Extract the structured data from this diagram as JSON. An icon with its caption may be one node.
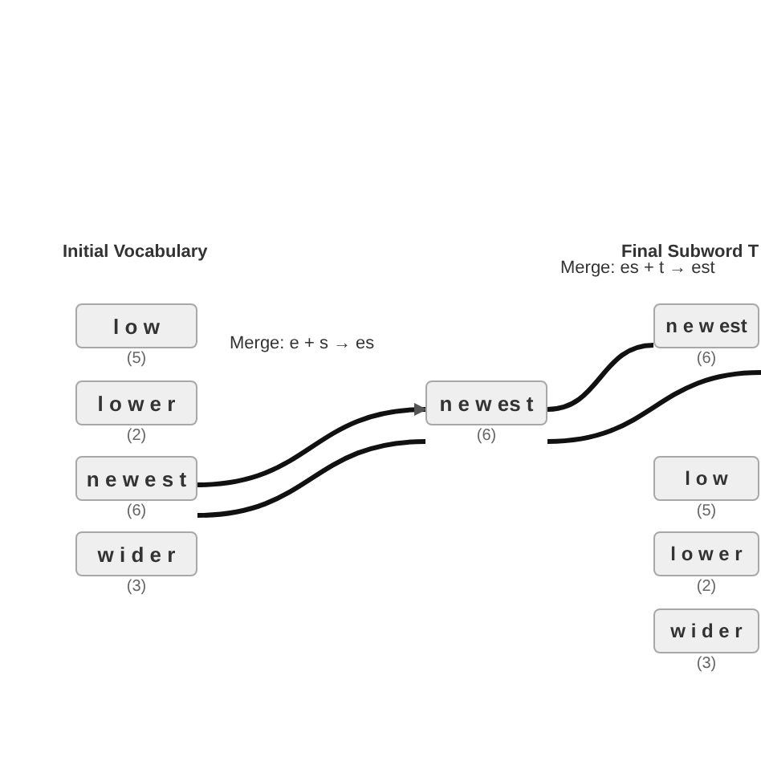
{
  "diagram": {
    "nodes": [
      {
        "text": [
          "l o w"
        ],
        "beside": [
          "(5)"
        ]
      },
      {
        "text": [
          "l o w e r"
        ],
        "beside": [
          "(2)"
        ]
      },
      {
        "text": [
          "n e w e s t"
        ],
        "beside": [
          "(6)"
        ]
      },
      {
        "text": [
          "w i d e r"
        ],
        "beside": [
          "(3)"
        ]
      },
      {
        "text": [
          "n e w es t"
        ],
        "beside": [
          "(6)"
        ]
      },
      {
        "text": [
          "n e w est"
        ],
        "beside": [
          "(6)"
        ]
      },
      {
        "text": [
          "l o w"
        ],
        "beside": [
          "(5)"
        ]
      },
      {
        "text": [
          "l o w e r"
        ],
        "beside": [
          "(2)"
        ]
      },
      {
        "text": [
          "w i d e r"
        ],
        "beside": [
          "(3)"
        ]
      }
    ],
    "edges": [
      {
        "from": 2,
        "to": 4,
        "arrow": "to"
      },
      {
        "from": 2,
        "to": 4,
        "arrow": "none"
      },
      {
        "from": 4,
        "to": 5,
        "arrow": "none"
      },
      {
        "from": 4,
        "to": null,
        "arrow": "none"
      }
    ],
    "labels": [
      "Initial Vocabulary",
      "Final Subword T",
      "Merge: e + s → es",
      "Merge: es + t → est"
    ]
  }
}
